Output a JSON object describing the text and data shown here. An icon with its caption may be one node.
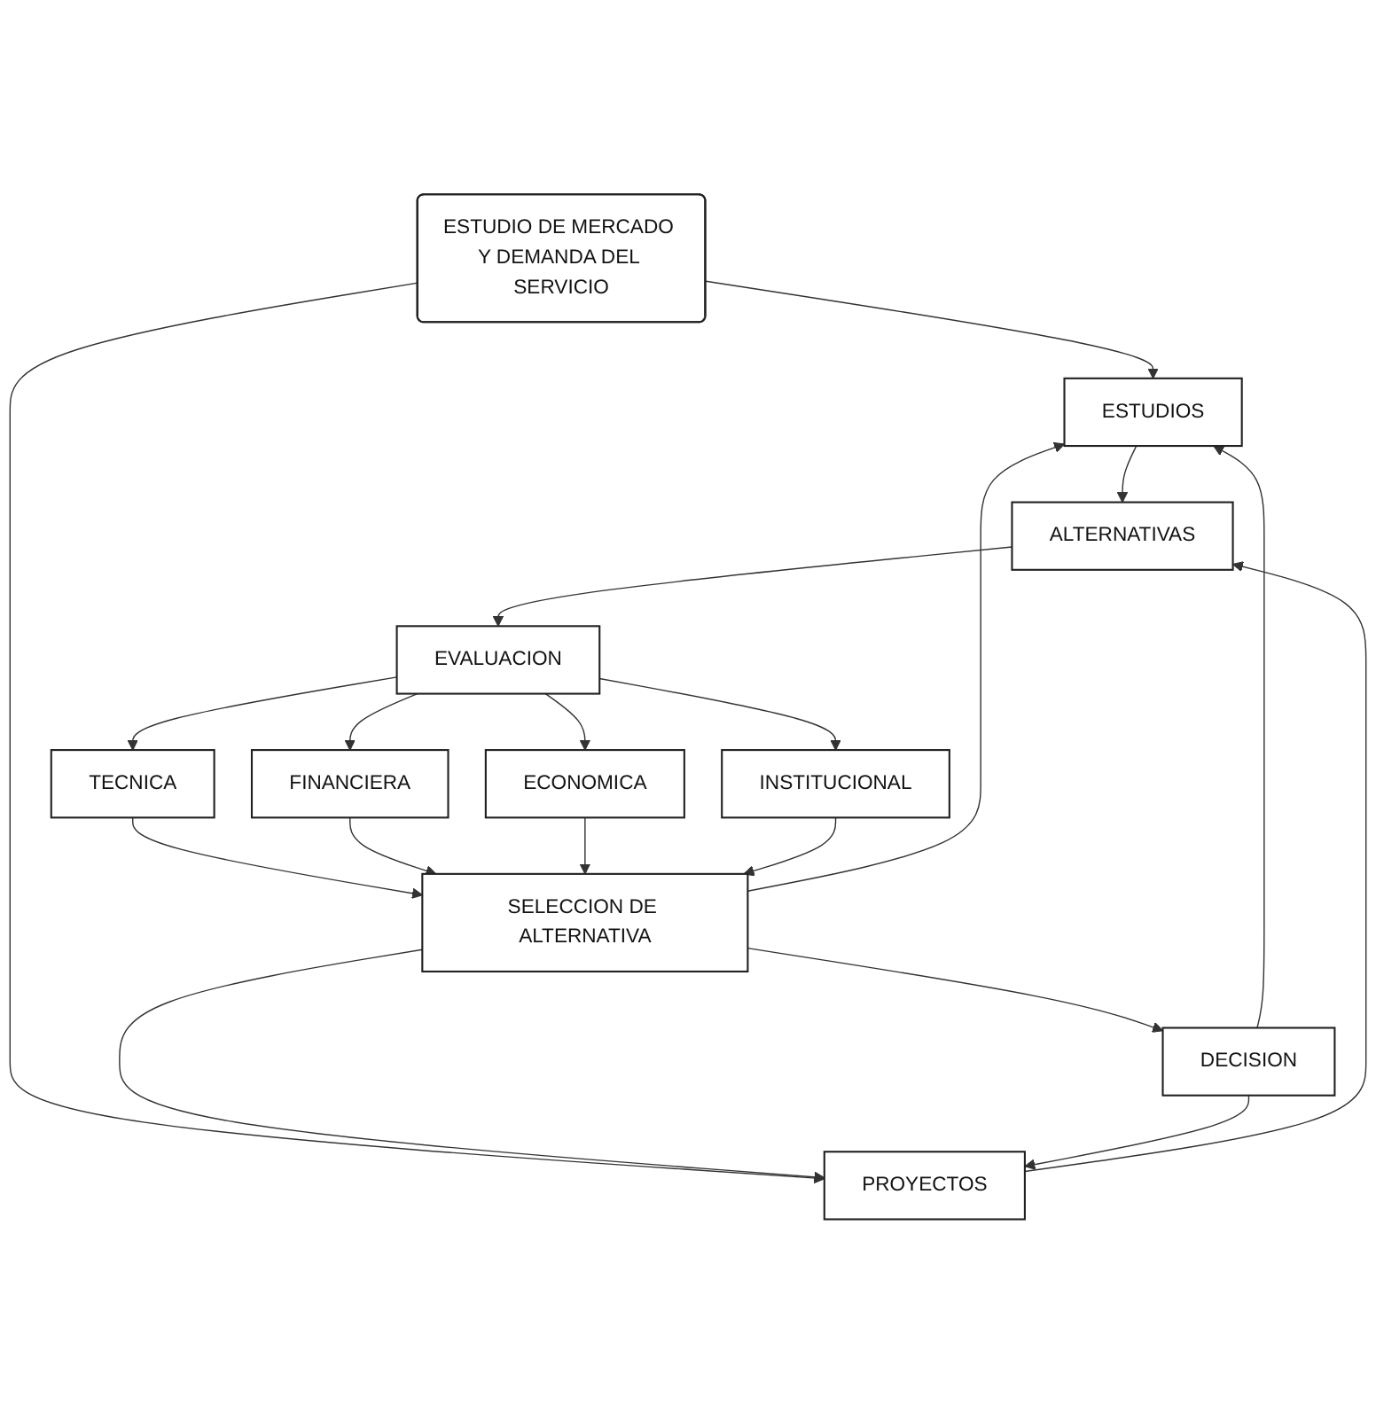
{
  "diagram": {
    "nodes": [
      {
        "text": [
          "ESTUDIO DE MERCADO Y DEMANDA DEL SERVICIO"
        ]
      },
      {
        "text": [
          "ESTUDIOS"
        ]
      },
      {
        "text": [
          "PROYECTOS"
        ]
      },
      {
        "text": [
          "ALTERNATIVAS"
        ]
      },
      {
        "text": [
          "EVALUACION"
        ]
      },
      {
        "text": [
          "TECNICA"
        ]
      },
      {
        "text": [
          "FINANCIERA"
        ]
      },
      {
        "text": [
          "ECONOMICA"
        ]
      },
      {
        "text": [
          "INSTITUCIONAL"
        ]
      },
      {
        "text": [
          "SELECCION DE ALTERNATIVA"
        ]
      },
      {
        "text": [
          "DECISION"
        ]
      }
    ],
    "edges": [
      {
        "from": 0,
        "to": 1,
        "arrow": "to"
      },
      {
        "from": 0,
        "to": 2,
        "arrow": "to"
      },
      {
        "from": 1,
        "to": 3,
        "arrow": "to"
      },
      {
        "from": 2,
        "to": 3,
        "arrow": "to"
      },
      {
        "from": 3,
        "to": 4,
        "arrow": "to"
      },
      {
        "from": 4,
        "to": 5,
        "arrow": "to"
      },
      {
        "from": 4,
        "to": 6,
        "arrow": "to"
      },
      {
        "from": 4,
        "to": 7,
        "arrow": "to"
      },
      {
        "from": 4,
        "to": 8,
        "arrow": "to"
      },
      {
        "from": 5,
        "to": 9,
        "arrow": "to"
      },
      {
        "from": 6,
        "to": 9,
        "arrow": "to"
      },
      {
        "from": 7,
        "to": 9,
        "arrow": "to"
      },
      {
        "from": 8,
        "to": 9,
        "arrow": "to"
      },
      {
        "from": 9,
        "to": 10,
        "arrow": "to"
      },
      {
        "from": 9,
        "to": 1,
        "arrow": "to"
      },
      {
        "from": 9,
        "to": 2,
        "arrow": "to"
      },
      {
        "from": 10,
        "to": 1,
        "arrow": "to"
      },
      {
        "from": 10,
        "to": 2,
        "arrow": "to"
      }
    ]
  }
}
